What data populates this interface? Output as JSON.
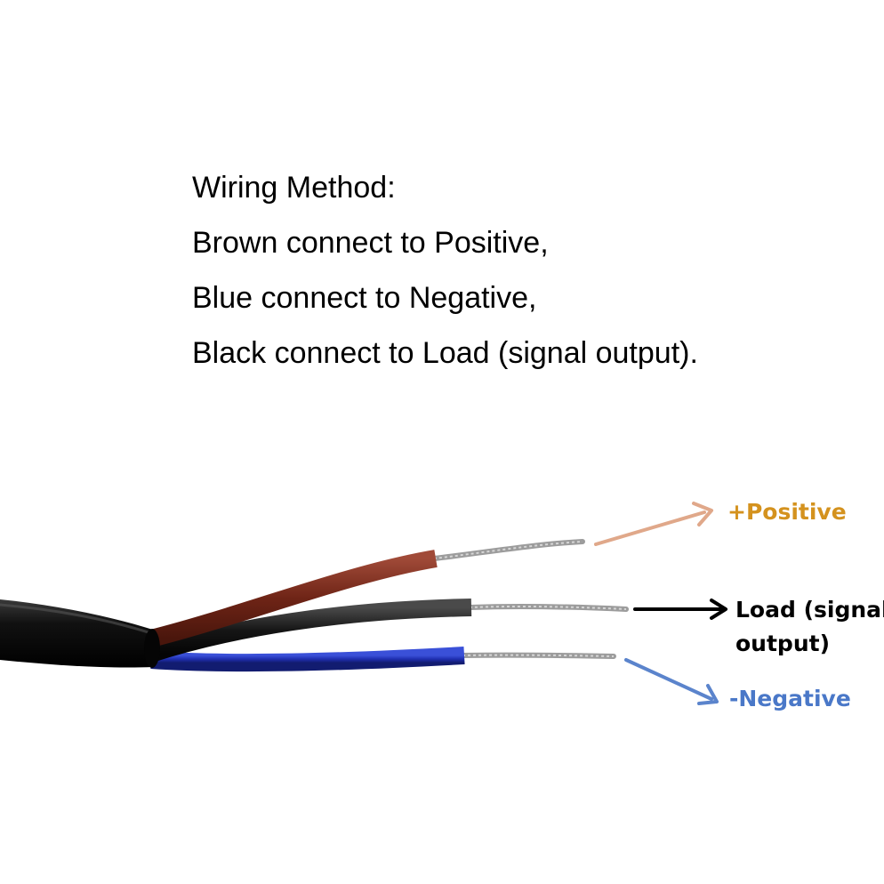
{
  "instructions": {
    "heading": "Wiring Method:",
    "lines": [
      "Brown connect to Positive,",
      "Blue connect to Negative,",
      "Black connect to Load (signal output)."
    ]
  },
  "labels": {
    "positive": "+Positive",
    "load_line1": "Load (signal",
    "load_line2": "output)",
    "negative": "-Negative"
  },
  "colors": {
    "brown_wire": "#7a2a1c",
    "black_wire": "#111111",
    "blue_wire": "#1f2fb0",
    "cable_jacket": "#0d0d0d",
    "positive_label": "#d4921e",
    "positive_arrow": "#e0a88a",
    "load_arrow": "#000000",
    "negative_label": "#4a78c8",
    "negative_arrow": "#5b84cc",
    "bare_wire": "#a8a8a8"
  }
}
